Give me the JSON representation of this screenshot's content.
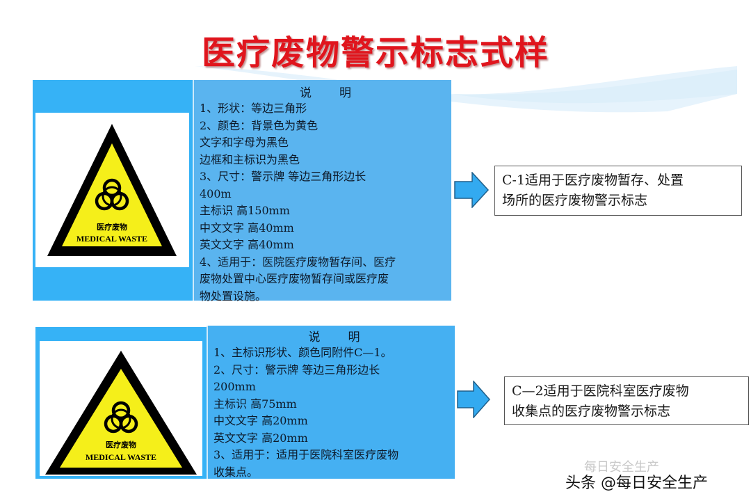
{
  "title": "医疗废物警示标志式样",
  "colors": {
    "title_red": "#e0151d",
    "frame_blue": "#36b2f6",
    "panel_blue": "#5ab4ef",
    "sign_yellow": "#f5ef1a",
    "sign_black": "#000000",
    "arrow_blue": "#33aaf0"
  },
  "blocks": [
    {
      "id": "C-1",
      "sign": {
        "icon": "biohazard-icon",
        "cn_label": "医疗废物",
        "en_label": "MEDICAL WASTE"
      },
      "panel": {
        "heading": "说明",
        "lines": [
          "1、形状：等边三角形",
          "2、颜色：背景色为黄色",
          "文字和字母为黑色",
          "边框和主标识为黑色",
          "3、尺寸：警示牌   等边三角形边长",
          "400m",
          "主标识   高150mm",
          "中文文字    高40mm",
          "英文文字    高40mm",
          "4、适用于：医院医疗废物暂存间、医疗",
          "废物处置中心医疗废物暂存间或医疗废",
          "物处置设施。"
        ]
      },
      "note": {
        "lines": [
          "C-1适用于医疗废物暂存、处置",
          "场所的医疗废物警示标志"
        ]
      }
    },
    {
      "id": "C-2",
      "sign": {
        "icon": "biohazard-icon",
        "cn_label": "医疗废物",
        "en_label": "MEDICAL WASTE"
      },
      "panel": {
        "heading": "说明",
        "lines": [
          "1、主标识形状、颜色同附件C—1。",
          "2、尺寸：警示牌   等边三角形边长",
          "200mm",
          "主标识   高75mm",
          "中文文字    高20mm",
          "英文文字    高20mm",
          "3、适用于：适用于医院科室医疗废物",
          "收集点。"
        ]
      },
      "note": {
        "lines": [
          "C—2适用于医院科室医疗废物",
          "收集点的医疗废物警示标志"
        ]
      }
    }
  ],
  "watermark": {
    "text": "头条 @每日安全生产",
    "ghost_text": "每日安全生产"
  }
}
